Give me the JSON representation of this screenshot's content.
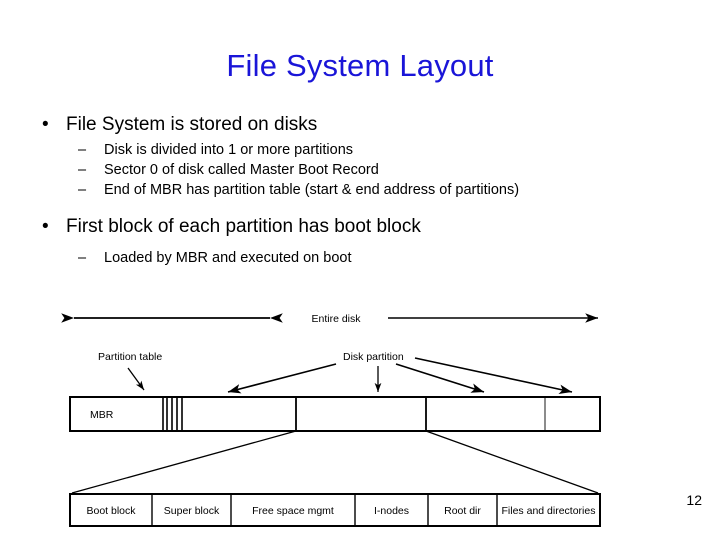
{
  "slide": {
    "title": "File System Layout",
    "page_number": "12",
    "title_color": "#1a15d8",
    "bullet_marker": "•",
    "dash_marker": "–",
    "bullets": [
      {
        "level": 1,
        "text": "File System is stored on disks",
        "children": [
          "Disk is divided into 1 or more partitions",
          "Sector 0 of disk called Master Boot Record",
          "End of MBR has partition table (start & end address of partitions)"
        ]
      },
      {
        "level": 1,
        "text": "First block of each partition has boot block",
        "children": [
          "Loaded by MBR and executed on boot"
        ]
      }
    ]
  },
  "diagram": {
    "entire_disk_label": "Entire disk",
    "partition_table_label": "Partition table",
    "disk_partition_label": "Disk partition",
    "mbr_label": "MBR",
    "partition_count": 4,
    "filesystem_cells": [
      "Boot block",
      "Super block",
      "Free space mgmt",
      "I-nodes",
      "Root dir",
      "Files and directories"
    ]
  }
}
